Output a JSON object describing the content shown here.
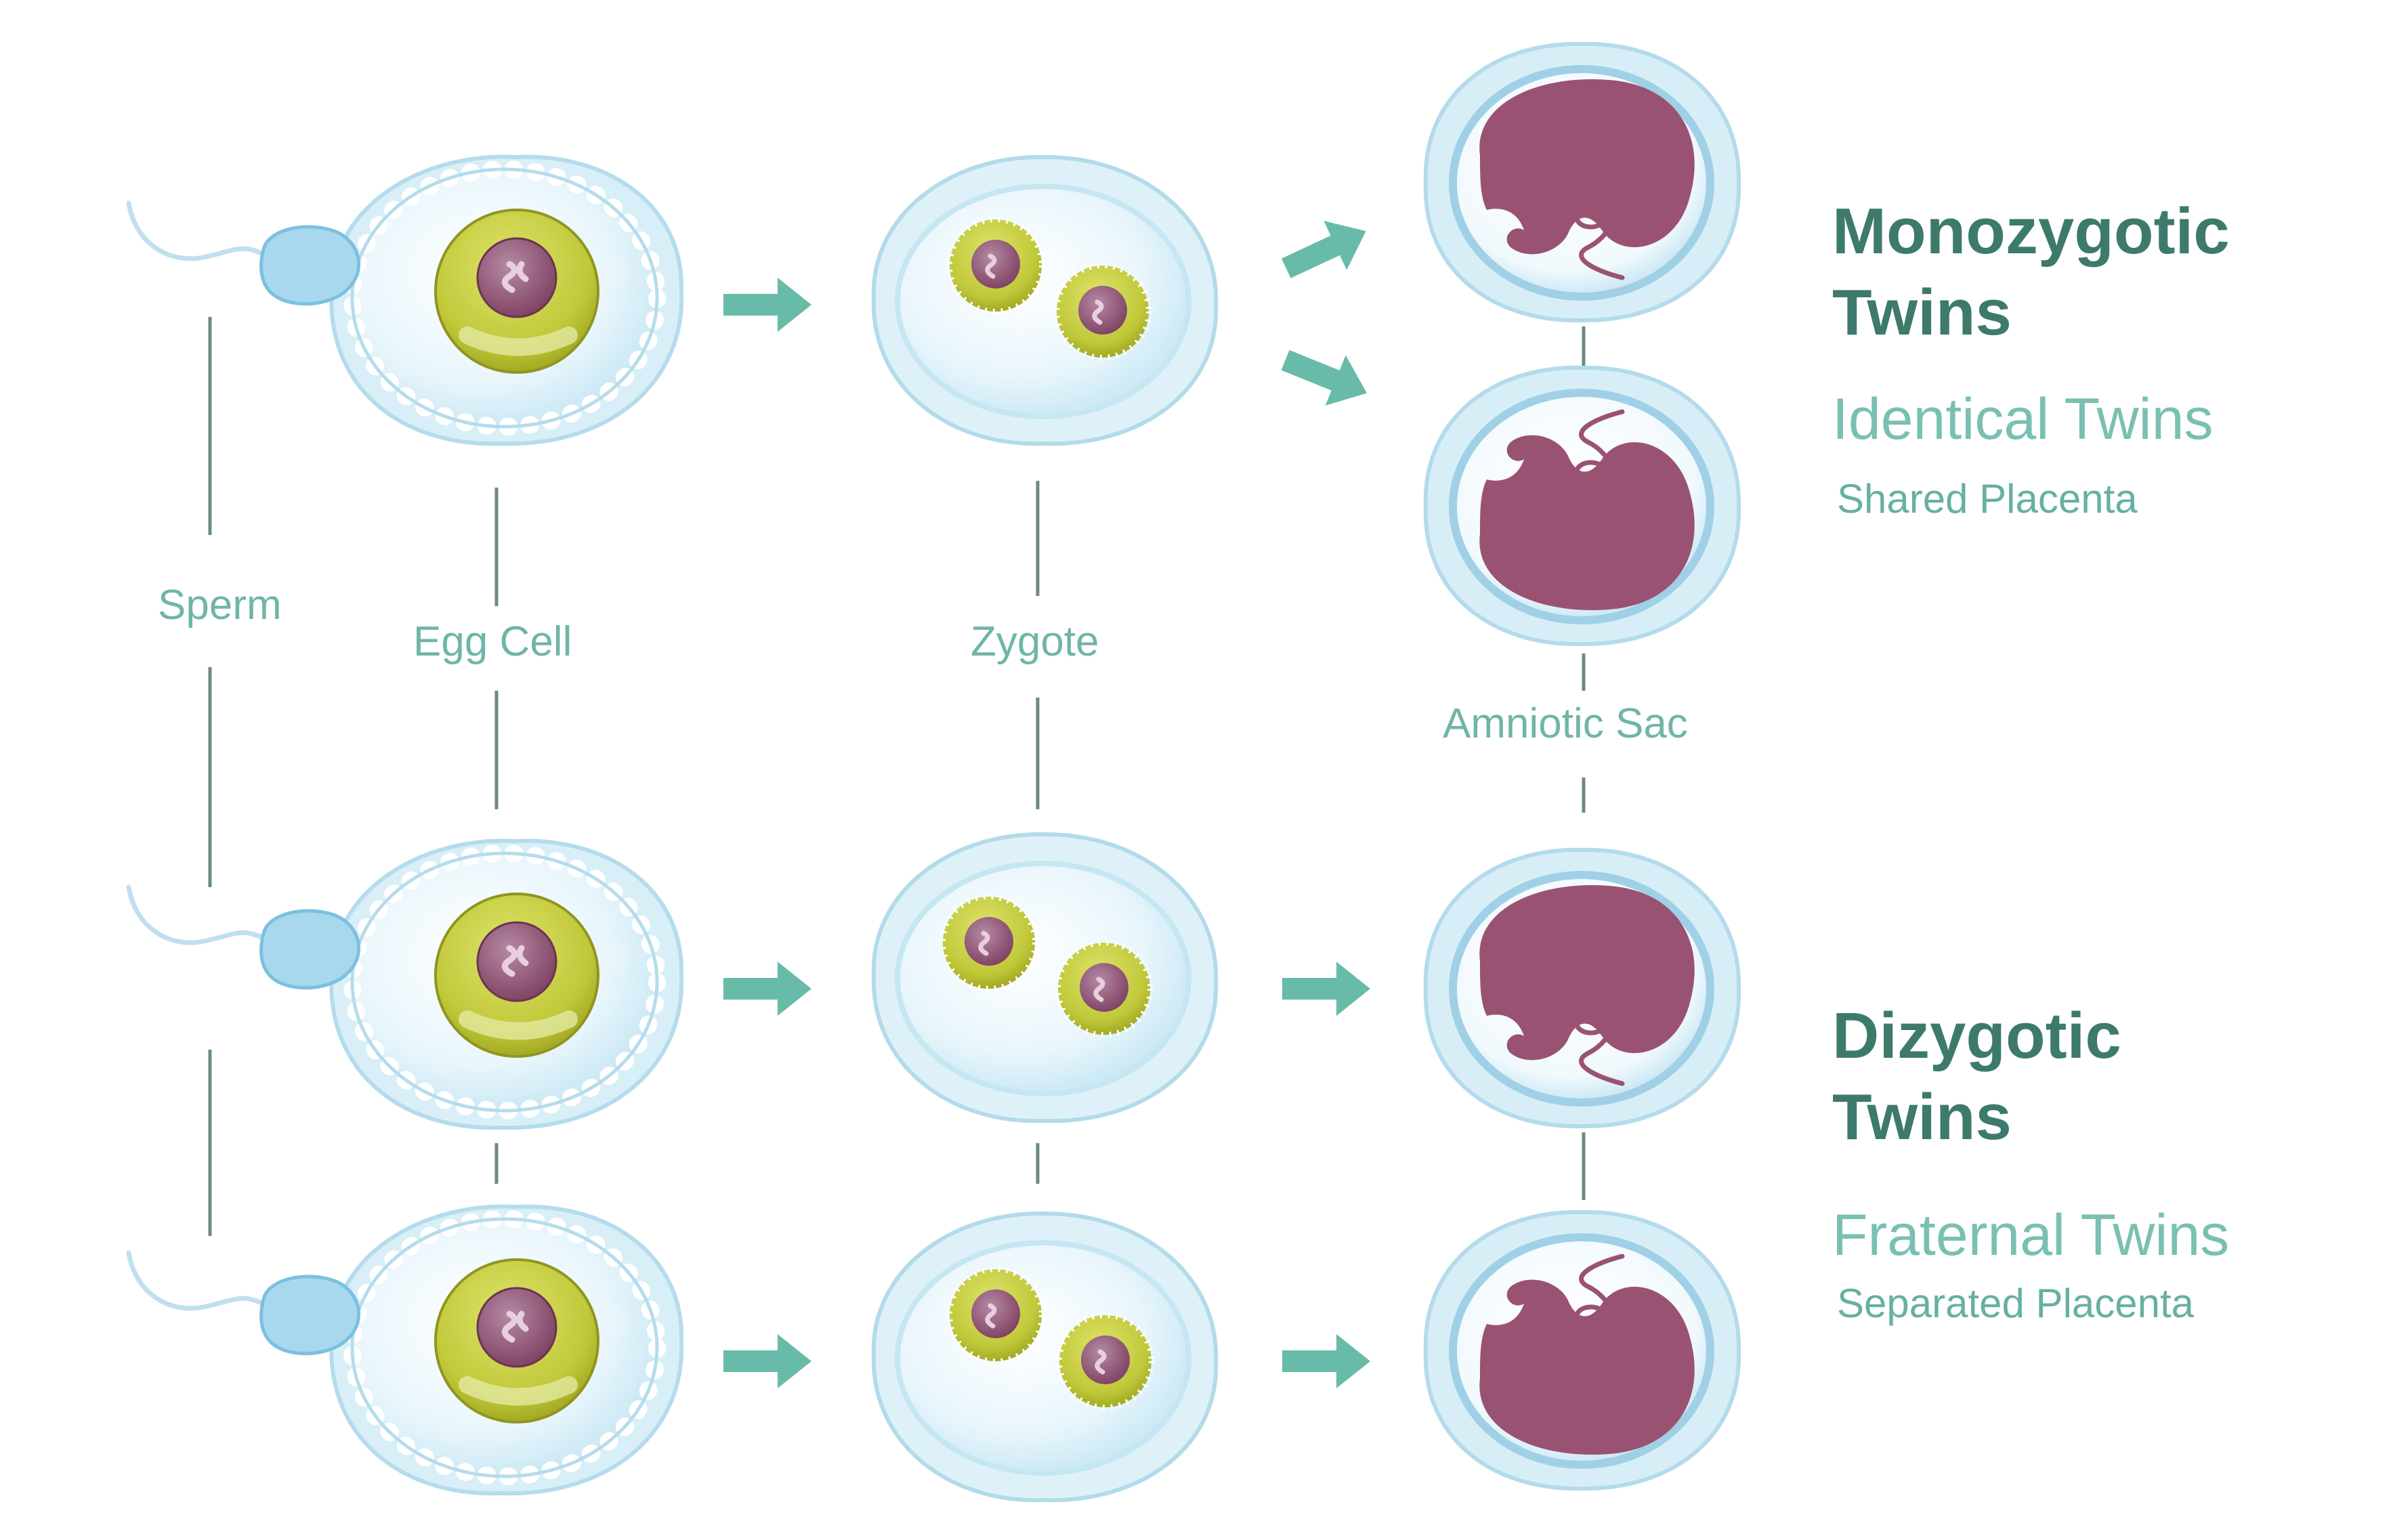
{
  "labels": {
    "sperm": "Sperm",
    "egg_cell": "Egg Cell",
    "zygote": "Zygote",
    "amniotic_sac": "Amniotic Sac"
  },
  "monozygotic": {
    "title_line1": "Monozygotic",
    "title_line2": "Twins",
    "subtitle": "Identical Twins",
    "note": "Shared Placenta"
  },
  "dizygotic": {
    "title_line1": "Dizygotic",
    "title_line2": "Twins",
    "subtitle": "Fraternal Twins",
    "note": "Separated Placenta"
  },
  "colors": {
    "connector": "#6d8a82",
    "arrow": "#68bba8",
    "membrane": "#d6edf6",
    "cell_interior": "#eaf6fc",
    "yolk": "#c2cb32",
    "nucleus": "#8e4f70",
    "fetus": "#9a5273",
    "title": "#3d7a6c",
    "label": "#6fb5a8"
  }
}
